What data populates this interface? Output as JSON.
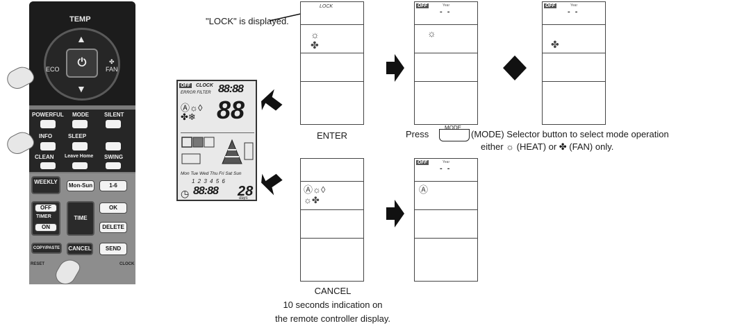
{
  "remote": {
    "temp_label": "TEMP",
    "fan_label": "FAN",
    "eco_label": "ECO",
    "powerful_label": "POWERFUL",
    "mode_label": "MODE",
    "silent_label": "SILENT",
    "info_label": "INFO",
    "sleep_label": "SLEEP",
    "clean_label": "CLEAN",
    "leavehome_label": "Leave Home",
    "swing_label": "SWING",
    "weekly_label": "WEEKLY",
    "monsun_label": "Mon-Sun",
    "range_label": "1-6",
    "off_label": "OFF",
    "timer_label": "TIMER",
    "on_label": "ON",
    "time_label": "TIME",
    "ok_label": "OK",
    "delete_label": "DELETE",
    "copypaste_label": "COPY/PASTE",
    "cancel_label": "CANCEL",
    "send_label": "SEND",
    "reset_label": "RESET",
    "clock_label": "CLOCK"
  },
  "lcd": {
    "off": "OFF",
    "clock": "CLOCK",
    "error_filter": "ERROR FILTER",
    "digits": "88:88",
    "big": "88",
    "days": "Mon Tue Wed Thu Fri Sat Sun",
    "nums": "1 2 3 4 5 6",
    "time": "88:88",
    "days_unit": "days"
  },
  "screens": {
    "lock_annotation": "\"LOCK\" is displayed.",
    "lock_text": "LOCK",
    "off_tag": "OFF",
    "year": "Year",
    "dashes": "- -",
    "enter": "ENTER",
    "cancel": "CANCEL",
    "cancel_note_1": "10 seconds indication on",
    "cancel_note_2": "the remote controller display.",
    "mode_caption": "MODE",
    "press_text_pre": "Press",
    "press_text_post": "(MODE) Selector button to select mode operation",
    "press_text_line2": "either  ☼ (HEAT) or ✤ (FAN) only."
  },
  "icons": {
    "sun": "sun-icon",
    "fan": "fan-icon",
    "auto": "auto-icon",
    "drop": "dry-icon"
  },
  "colors": {
    "arrow": "#111111",
    "lcd_bg": "#e9e9e9",
    "remote_dark": "#1c1c1c"
  }
}
